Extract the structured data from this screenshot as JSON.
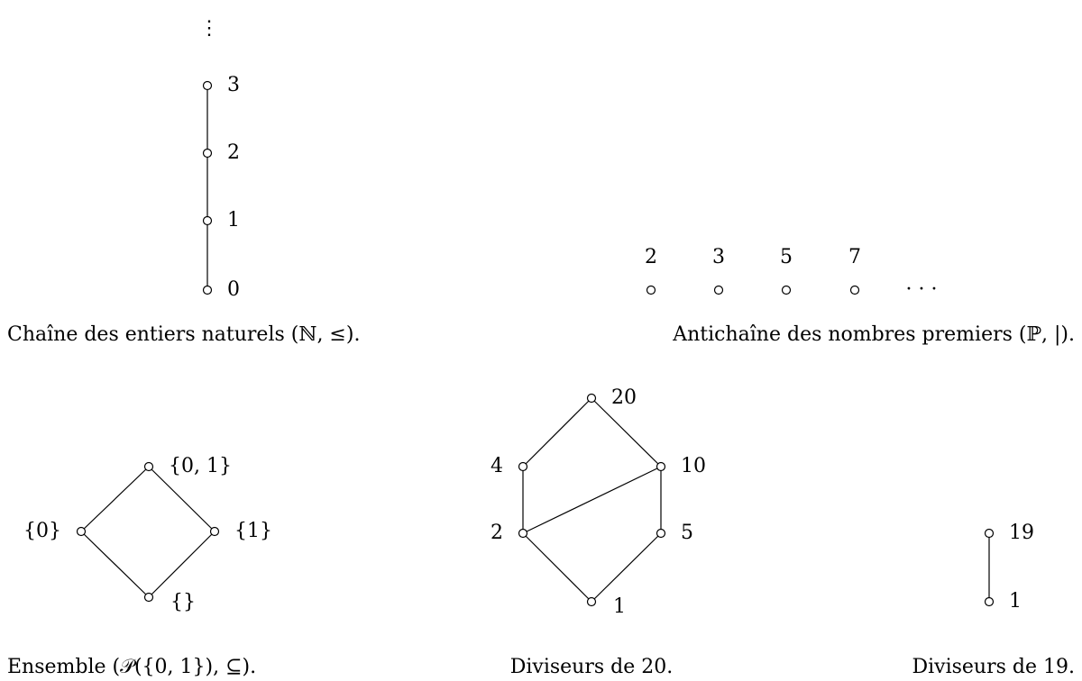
{
  "figures": [
    {
      "id": "naturals",
      "caption": "Chaîne des entiers naturels (ℕ, ≤).",
      "ellipsis": "⋮",
      "nodes": [
        {
          "id": "3",
          "label": "3"
        },
        {
          "id": "2",
          "label": "2"
        },
        {
          "id": "1",
          "label": "1"
        },
        {
          "id": "0",
          "label": "0"
        }
      ],
      "edges": [
        [
          "0",
          "1"
        ],
        [
          "1",
          "2"
        ],
        [
          "2",
          "3"
        ]
      ]
    },
    {
      "id": "primes",
      "caption": "Antichaîne des nombres premiers (ℙ, |).",
      "ellipsis": "· · ·",
      "nodes": [
        {
          "id": "2",
          "label": "2"
        },
        {
          "id": "3",
          "label": "3"
        },
        {
          "id": "5",
          "label": "5"
        },
        {
          "id": "7",
          "label": "7"
        }
      ],
      "edges": []
    },
    {
      "id": "powerset",
      "caption": "Ensemble (𝒫({0, 1}), ⊆).",
      "nodes": [
        {
          "id": "01",
          "label": "{0, 1}"
        },
        {
          "id": "0",
          "label": "{0}"
        },
        {
          "id": "1",
          "label": "{1}"
        },
        {
          "id": "empty",
          "label": "{}"
        }
      ],
      "edges": [
        [
          "empty",
          "0"
        ],
        [
          "empty",
          "1"
        ],
        [
          "0",
          "01"
        ],
        [
          "1",
          "01"
        ]
      ]
    },
    {
      "id": "div20",
      "caption": "Diviseurs de 20.",
      "nodes": [
        {
          "id": "20",
          "label": "20"
        },
        {
          "id": "4",
          "label": "4"
        },
        {
          "id": "10",
          "label": "10"
        },
        {
          "id": "2",
          "label": "2"
        },
        {
          "id": "5",
          "label": "5"
        },
        {
          "id": "1",
          "label": "1"
        }
      ],
      "edges": [
        [
          "1",
          "2"
        ],
        [
          "1",
          "5"
        ],
        [
          "2",
          "4"
        ],
        [
          "2",
          "10"
        ],
        [
          "5",
          "10"
        ],
        [
          "4",
          "20"
        ],
        [
          "10",
          "20"
        ]
      ]
    },
    {
      "id": "div19",
      "caption": "Diviseurs de 19.",
      "nodes": [
        {
          "id": "19",
          "label": "19"
        },
        {
          "id": "1",
          "label": "1"
        }
      ],
      "edges": [
        [
          "1",
          "19"
        ]
      ]
    }
  ]
}
